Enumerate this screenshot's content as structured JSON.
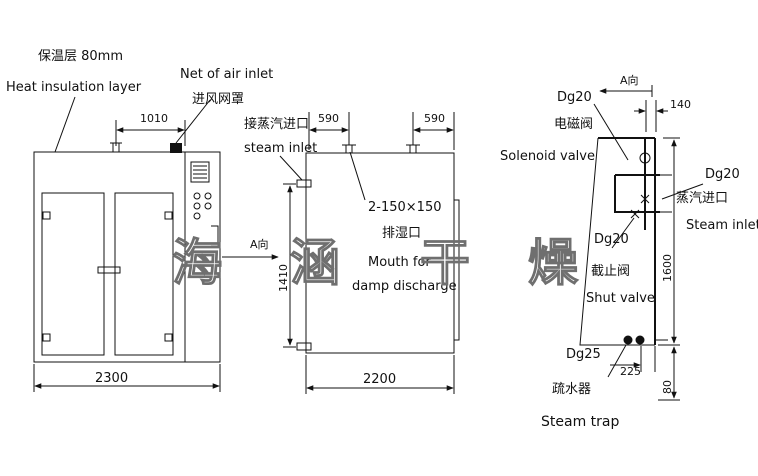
{
  "front_view": {
    "insulation_cn": "保温层 80mm",
    "insulation_en": "Heat insulation layer",
    "net_en": "Net of air inlet",
    "net_cn": "进风网罩",
    "dim_top": "1010",
    "dim_width": "2300",
    "view_arrow": "A向"
  },
  "side_view": {
    "steam_cn": "接蒸汽进口",
    "steam_en": "steam inlet",
    "dim_left": "590",
    "dim_right": "590",
    "discharge_size": "2-150×150",
    "discharge_cn": "排湿口",
    "discharge_en_1": "Mouth for",
    "discharge_en_2": "damp discharge",
    "dim_height": "1410",
    "dim_width": "2200"
  },
  "pipe_view": {
    "view_arrow": "A向",
    "dg20_top": "Dg20",
    "solenoid_cn": "电磁阀",
    "solenoid_en": "Solenoid valve",
    "dim_140": "140",
    "dg20_right": "Dg20",
    "steam_cn": "蒸汽进口",
    "steam_en": "Steam inlet",
    "dg20_mid": "Dg20",
    "shut_cn": "截止阀",
    "shut_en": "Shut valve",
    "dim_1600": "1600",
    "dg25": "Dg25",
    "dim_225": "225",
    "dim_80": "80",
    "trap_cn": "疏水器",
    "trap_en": "Steam trap"
  },
  "watermark": [
    "海",
    "涵",
    "干",
    "燥"
  ]
}
